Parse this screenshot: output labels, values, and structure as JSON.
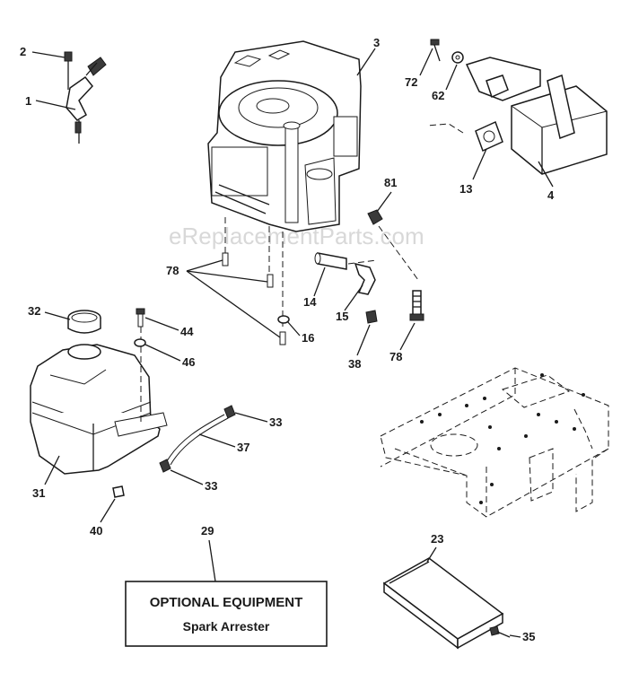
{
  "watermark": "eReplacementParts.com",
  "callouts": {
    "c1": "1",
    "c2": "2",
    "c3": "3",
    "c4": "4",
    "c13": "13",
    "c14": "14",
    "c15": "15",
    "c16": "16",
    "c23": "23",
    "c29": "29",
    "c31": "31",
    "c32": "32",
    "c33a": "33",
    "c33b": "33",
    "c35": "35",
    "c37": "37",
    "c38": "38",
    "c40": "40",
    "c44": "44",
    "c46": "46",
    "c62": "62",
    "c72": "72",
    "c78a": "78",
    "c78b": "78",
    "c81": "81"
  },
  "optional_box": {
    "title": "OPTIONAL EQUIPMENT",
    "subtitle": "Spark Arrester"
  }
}
